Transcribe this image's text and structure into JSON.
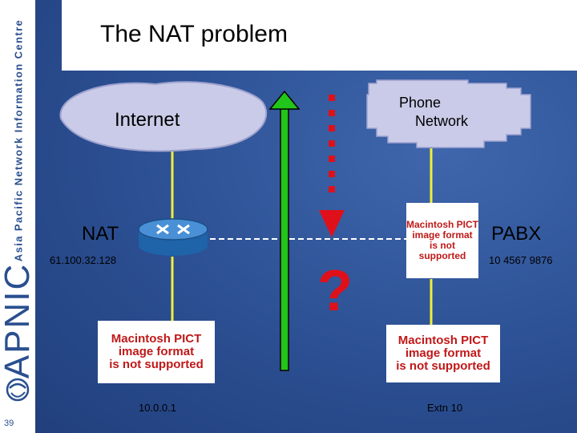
{
  "sidebar": {
    "org_text": "Asia Pacific Network Information Centre",
    "logo_text": "APNIC",
    "slide_number": "39"
  },
  "title": "The NAT problem",
  "internet": {
    "label": "Internet"
  },
  "phone_network": {
    "line1": "Phone",
    "line2": "Network"
  },
  "nat": {
    "label": "NAT",
    "ip": "61.100.32.128"
  },
  "pabx": {
    "label": "PABX",
    "number": "10 4567 9876"
  },
  "question_mark": "?",
  "host_left": {
    "address": "10.0.0.1"
  },
  "host_right": {
    "extension": "Extn 10"
  },
  "placeholder_images": {
    "line1": "Macintosh PICT",
    "line2": "image format",
    "line3": "is not supported"
  },
  "colors": {
    "background": "#2b4f92",
    "cloud": "#c9cbe8",
    "link_line": "#f2ee3a",
    "green_arrow": "#22c51a",
    "red_arrow": "#e0101a",
    "pict_text": "#c01818"
  }
}
